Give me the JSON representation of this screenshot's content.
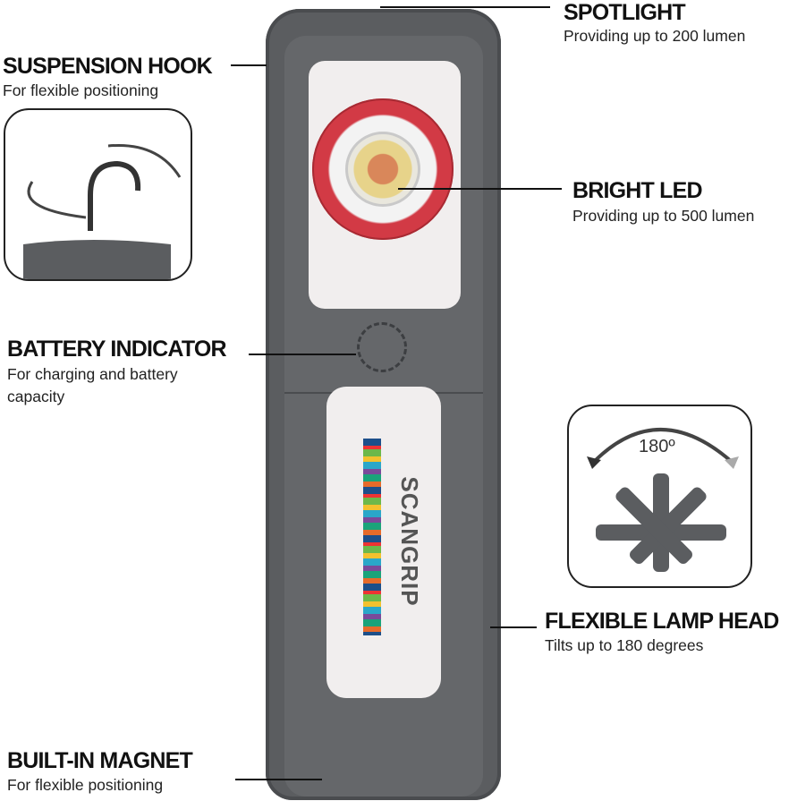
{
  "features": {
    "spotlight": {
      "title": "SPOTLIGHT",
      "desc": "Providing up to 200 lumen"
    },
    "suspension_hook": {
      "title": "SUSPENSION HOOK",
      "desc": "For flexible positioning"
    },
    "bright_led": {
      "title": "BRIGHT LED",
      "desc": "Providing up to 500 lumen"
    },
    "battery_indicator": {
      "title": "BATTERY INDICATOR",
      "desc_line1": "For charging and battery",
      "desc_line2": "capacity"
    },
    "flexible_lamp_head": {
      "title": "FLEXIBLE LAMP HEAD",
      "desc": "Tilts up to 180 degrees",
      "angle_label": "180º"
    },
    "built_in_magnet": {
      "title": "BUILT-IN MAGNET",
      "desc": "For flexible positioning"
    }
  },
  "product": {
    "brand": "SCANGRIP"
  },
  "colors": {
    "body": "#5b5d60",
    "accent": "#d23a45",
    "window": "#f1eeee"
  }
}
